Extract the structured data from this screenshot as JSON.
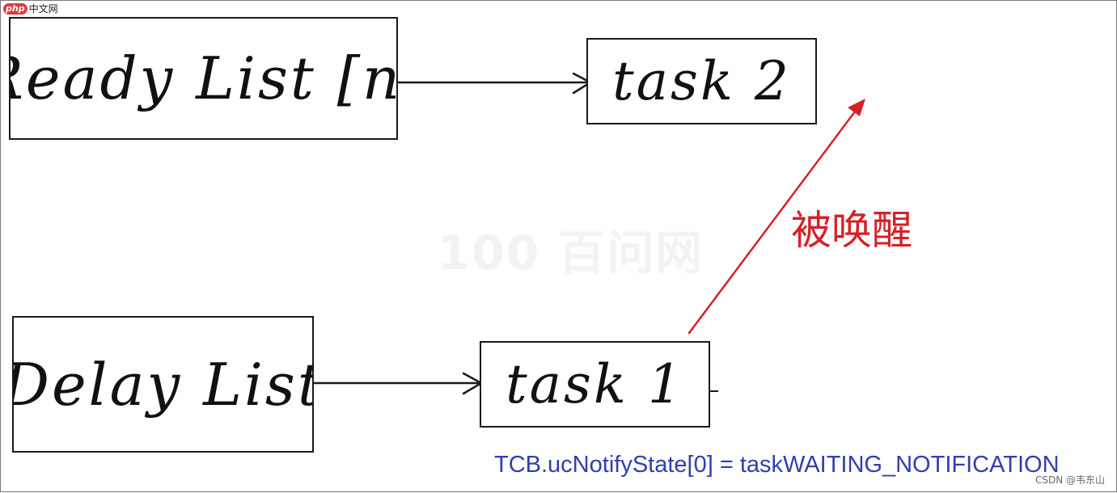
{
  "site_logo": {
    "badge": "php",
    "name": "中文网"
  },
  "watermark": "100 百问网",
  "nodes": {
    "ready_list": "Ready List [n]",
    "task2": "task 2",
    "delay_list": "Delay List",
    "task1": "task 1"
  },
  "annotations": {
    "wakeup_label": "被唤醒",
    "notify_state": "TCB.ucNotifyState[0] = taskWAITING_NOTIFICATION"
  },
  "credit": "CSDN @韦东山",
  "colors": {
    "ink": "#1a1a1a",
    "wakeup_arrow": "#d62028",
    "code_text": "#2f3fb0"
  }
}
